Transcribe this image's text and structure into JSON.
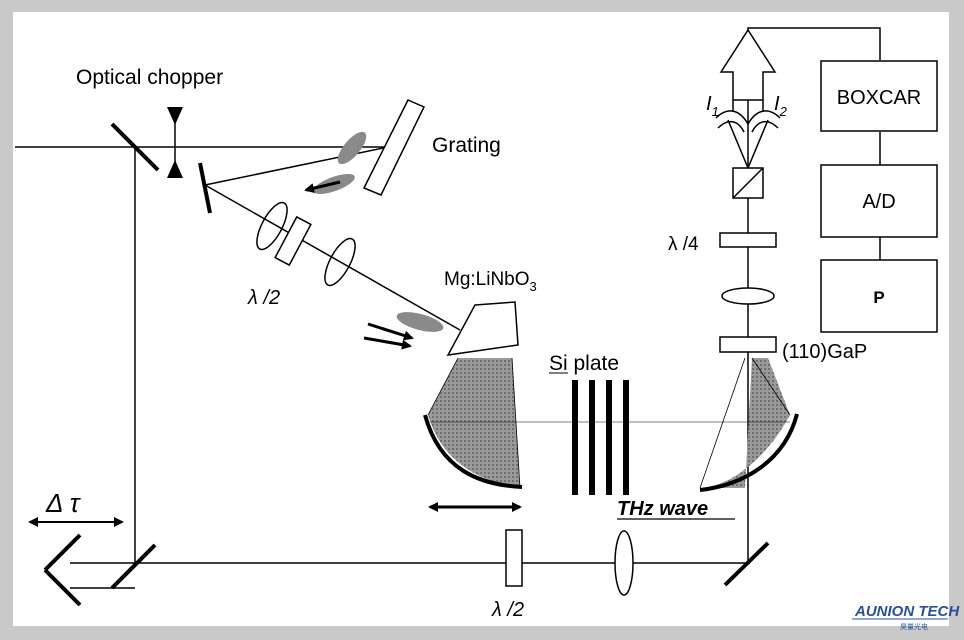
{
  "labels": {
    "optical_chopper": "Optical chopper",
    "grating": "Grating",
    "half_wave_1": "λ /2",
    "crystal_base": "Mg:LiNbO",
    "crystal_sub": "3",
    "si_plate": "Si plate",
    "i1_main": "I",
    "i1_sub": "1",
    "i2_main": "I",
    "i2_sub": "2",
    "quarter_wave": "λ /4",
    "gap_crystal": "(110)GaP",
    "boxcar": "BOXCAR",
    "ad": "A/D",
    "p": "P",
    "thz_wave": "THz wave",
    "delta_tau": "Δ τ",
    "half_wave_2": "λ /2",
    "watermark": "AUNION TECH",
    "watermark_sub": "昊量光电"
  },
  "colors": {
    "frame": "#c9c9c9",
    "canvas": "#ffffff",
    "line": "#000000",
    "beam_fill": "#8a8a8a",
    "gray_blob": "#808080",
    "watermark": "#2a4f9e"
  }
}
